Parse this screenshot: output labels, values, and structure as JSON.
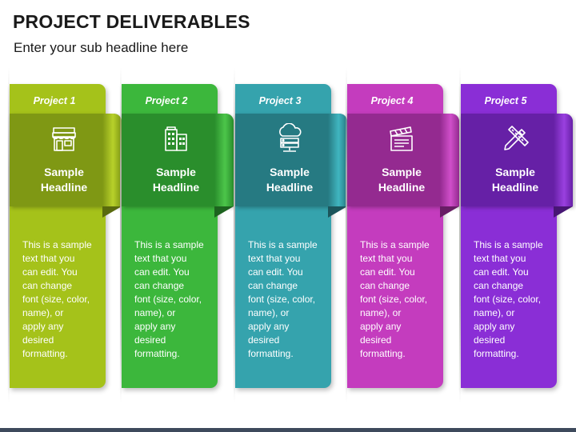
{
  "title": "PROJECT DELIVERABLES",
  "subtitle": "Enter your sub headline here",
  "columns": [
    {
      "project": "Project 1",
      "headline_line1": "Sample",
      "headline_line2": "Headline",
      "body_lines": [
        "This is a sample",
        "text that you",
        "can edit. You",
        "can change",
        "font (size, color,",
        "name), or",
        "apply any",
        "desired",
        "formatting."
      ],
      "icon": "storefront-icon",
      "color": "#a5c21a",
      "color_light": "#b8d12a",
      "color_dark": "#7f9814"
    },
    {
      "project": "Project 2",
      "headline_line1": "Sample",
      "headline_line2": "Headline",
      "body_lines": [
        "This is a sample",
        "text that you",
        "can edit. You",
        "can change",
        "font (size, color,",
        "name), or",
        "apply any",
        "desired",
        "formatting."
      ],
      "icon": "buildings-icon",
      "color": "#3cb73c",
      "color_light": "#4cc64a",
      "color_dark": "#2a8e2c"
    },
    {
      "project": "Project 3",
      "headline_line1": "Sample",
      "headline_line2": "Headline",
      "body_lines": [
        "This is a sample",
        "text that you",
        "can edit. You",
        "can change",
        "font (size, color,",
        "name), or",
        "apply any",
        "desired",
        "formatting."
      ],
      "icon": "cloud-server-icon",
      "color": "#35a3ad",
      "color_light": "#40b6c0",
      "color_dark": "#267a82"
    },
    {
      "project": "Project 4",
      "headline_line1": "Sample",
      "headline_line2": "Headline",
      "body_lines": [
        "This is a sample",
        "text that you",
        "can edit. You",
        "can change",
        "font (size, color,",
        "name), or",
        "apply any",
        "desired",
        "formatting."
      ],
      "icon": "clapperboard-icon",
      "color": "#c43cbe",
      "color_light": "#d04fca",
      "color_dark": "#942a90"
    },
    {
      "project": "Project 5",
      "headline_line1": "Sample",
      "headline_line2": "Headline",
      "body_lines": [
        "This is a sample",
        "text that you",
        "can edit. You",
        "can change",
        "font (size, color,",
        "name), or",
        "apply any",
        "desired",
        "formatting."
      ],
      "icon": "pencil-ruler-icon",
      "color": "#8a2ed6",
      "color_light": "#9a40e0",
      "color_dark": "#6620a6"
    }
  ]
}
